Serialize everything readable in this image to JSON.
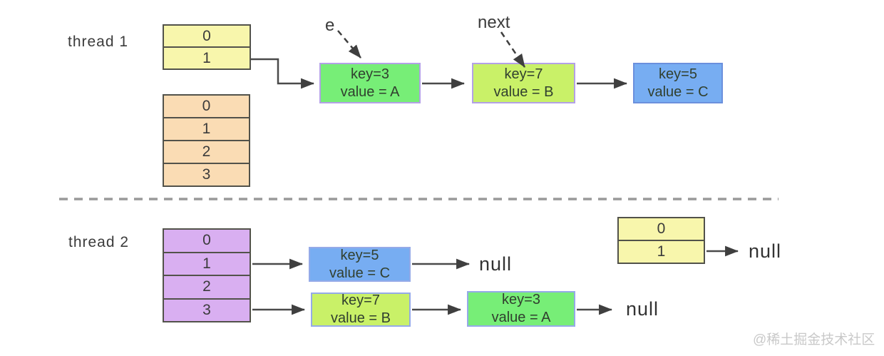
{
  "colors": {
    "background": "#ffffff",
    "arrow": "#4a4a4a",
    "table_border": "#52524a",
    "bucket_yellow": "#f8f6ac",
    "bucket_orange": "#fadcb4",
    "bucket_purple": "#d9aff1",
    "node_green": "#77ee77",
    "node_lime": "#c9f168",
    "node_blue": "#77adf2",
    "node_border_purple": "#b3a1e6",
    "node_border_blue": "#6b90dd",
    "node_border_light": "#95aae8",
    "divider": "#999999",
    "text": "#3b3b3b",
    "watermark": "#c9c9c9"
  },
  "thread1": {
    "label": "thread 1",
    "bucket_table": [
      "0",
      "1"
    ],
    "aux_table": [
      "0",
      "1",
      "2",
      "3"
    ],
    "pointer_e_label": "e",
    "pointer_next_label": "next",
    "node1": {
      "key": "key=3",
      "value": "value = A"
    },
    "node2": {
      "key": "key=7",
      "value": "value = B"
    },
    "node3": {
      "key": "key=5",
      "value": "value = C"
    }
  },
  "thread2": {
    "label": "thread 2",
    "bucket_table": [
      "0",
      "1",
      "2",
      "3"
    ],
    "row1_node1": {
      "key": "key=5",
      "value": "value = C"
    },
    "row1_null": "null",
    "row2_node1": {
      "key": "key=7",
      "value": "value = B"
    },
    "row2_node2": {
      "key": "key=3",
      "value": "value = A"
    },
    "row2_null": "null",
    "side_table": [
      "0",
      "1"
    ],
    "side_null": "null"
  },
  "watermark": "@稀土掘金技术社区"
}
